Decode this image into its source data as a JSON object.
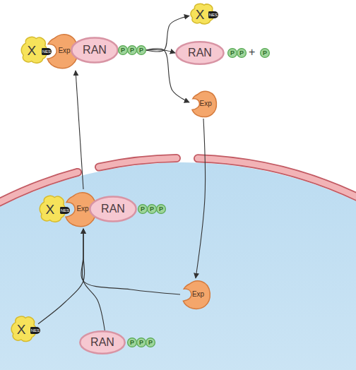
{
  "diagram": {
    "nodes": [
      {
        "text": [
          "X",
          "NES"
        ]
      },
      {
        "text": [
          "X",
          "NES"
        ]
      },
      {
        "text": [
          "Exp"
        ]
      },
      {
        "text": [
          "RAN"
        ]
      },
      {
        "text": [
          "P"
        ]
      },
      {
        "text": [
          "P"
        ]
      },
      {
        "text": [
          "P"
        ]
      },
      {
        "text": [
          "RAN"
        ]
      },
      {
        "text": [
          "P"
        ]
      },
      {
        "text": [
          "P"
        ]
      },
      {
        "text": [
          "P"
        ]
      },
      {
        "text": [
          "Exp"
        ]
      },
      {
        "text": [
          "X",
          "NES"
        ]
      },
      {
        "text": [
          "Exp"
        ]
      },
      {
        "text": [
          "RAN"
        ]
      },
      {
        "text": [
          "P"
        ]
      },
      {
        "text": [
          "P"
        ]
      },
      {
        "text": [
          "P"
        ]
      },
      {
        "text": [
          "Exp"
        ]
      },
      {
        "text": [
          "X",
          "NES"
        ]
      },
      {
        "text": [
          "RAN"
        ]
      },
      {
        "text": [
          "P"
        ]
      },
      {
        "text": [
          "P"
        ]
      },
      {
        "text": [
          "P"
        ]
      }
    ],
    "edges": [
      {
        "from": 13,
        "to": 2,
        "arrow": "to"
      },
      {
        "from": 6,
        "to": 0,
        "arrow": "to"
      },
      {
        "from": 6,
        "to": 7,
        "arrow": "to"
      },
      {
        "from": 6,
        "to": 11,
        "arrow": "to"
      },
      {
        "from": 11,
        "to": 18,
        "arrow": "to"
      },
      {
        "from": 19,
        "to": 13,
        "arrow": "to"
      },
      {
        "from": 20,
        "to": 13,
        "arrow": "to"
      },
      {
        "from": 18,
        "to": 13,
        "arrow": "to"
      }
    ],
    "labels": [
      "+"
    ]
  }
}
